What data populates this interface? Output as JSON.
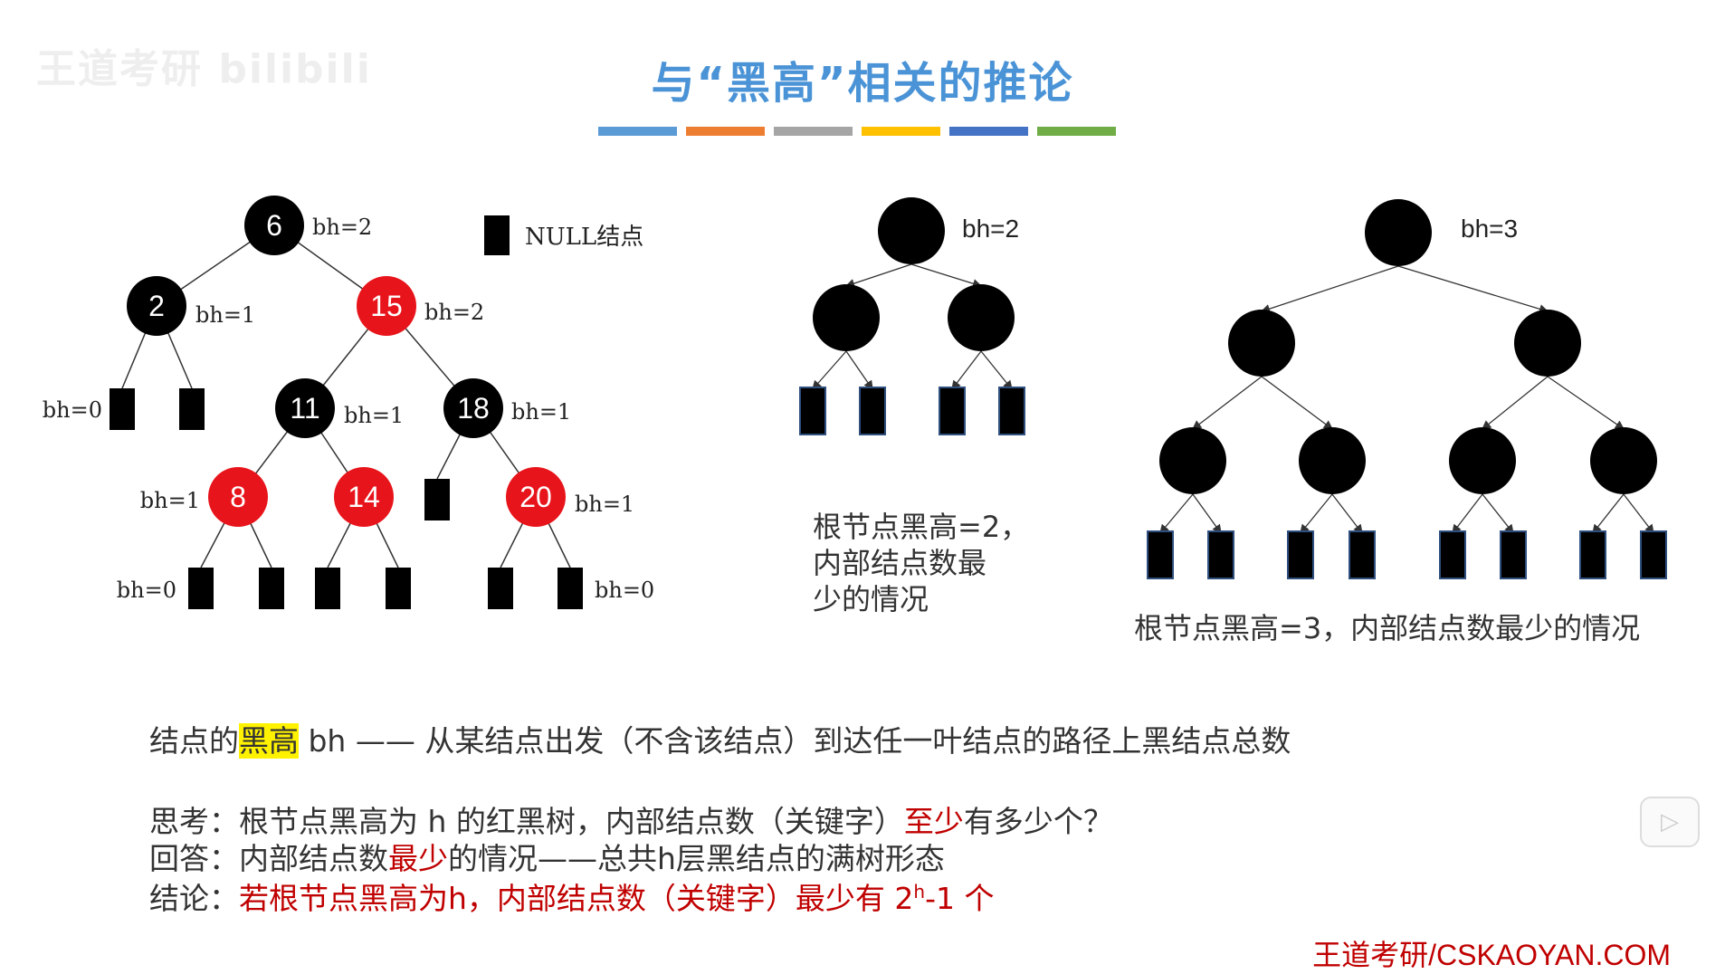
{
  "watermark": "王道考研 bilibili",
  "title": "与“黑高”相关的推论",
  "title_bar_colors": [
    "#5b9bd5",
    "#ed7d31",
    "#a5a5a5",
    "#ffc000",
    "#4472c4",
    "#70ad47"
  ],
  "colors": {
    "red_node": "#e8141b",
    "black_node": "#000000",
    "highlight": "#fff200",
    "accent_red": "#c00000"
  },
  "legend": {
    "label": "NULL结点"
  },
  "tree1": {
    "nodes": [
      {
        "key": "6",
        "color": "black",
        "label": "bh=2"
      },
      {
        "key": "2",
        "color": "black",
        "label": "bh=1"
      },
      {
        "key": "15",
        "color": "red",
        "label": "bh=2"
      },
      {
        "key": "11",
        "color": "black",
        "label": "bh=1"
      },
      {
        "key": "18",
        "color": "black",
        "label": "bh=1"
      },
      {
        "key": "8",
        "color": "red",
        "label": "bh=1"
      },
      {
        "key": "14",
        "color": "red",
        "label": ""
      },
      {
        "key": "20",
        "color": "red",
        "label": "bh=1"
      }
    ],
    "null_labels": [
      "bh=0",
      "bh=0",
      "bh=0"
    ]
  },
  "tree2": {
    "root_label": "bh=2",
    "caption": [
      "根节点黑高=2，",
      "内部结点数最",
      "少的情况"
    ]
  },
  "tree3": {
    "root_label": "bh=3",
    "caption": "根节点黑高=3，内部结点数最少的情况"
  },
  "text": {
    "def_prefix": "结点的",
    "def_highlight": "黑高",
    "def_rest": " bh —— 从某结点出发（不含该结点）到达任一叶结点的路径上黑结点总数",
    "q_prefix": "思考：根节点黑高为 h 的红黑树，内部结点数（关键字）",
    "q_red": "至少",
    "q_suffix": "有多少个？",
    "a_prefix": "回答：内部结点数",
    "a_red": "最少",
    "a_suffix": "的情况——总共h层黑结点的满树形态",
    "c_prefix": "结论：",
    "c_red": "若根节点黑高为h，内部结点数（关键字）最少有 2",
    "c_sup": "h",
    "c_red2": "-1 个"
  },
  "footer": "王道考研/CSKAOYAN.COM",
  "play_icon": "play-icon"
}
